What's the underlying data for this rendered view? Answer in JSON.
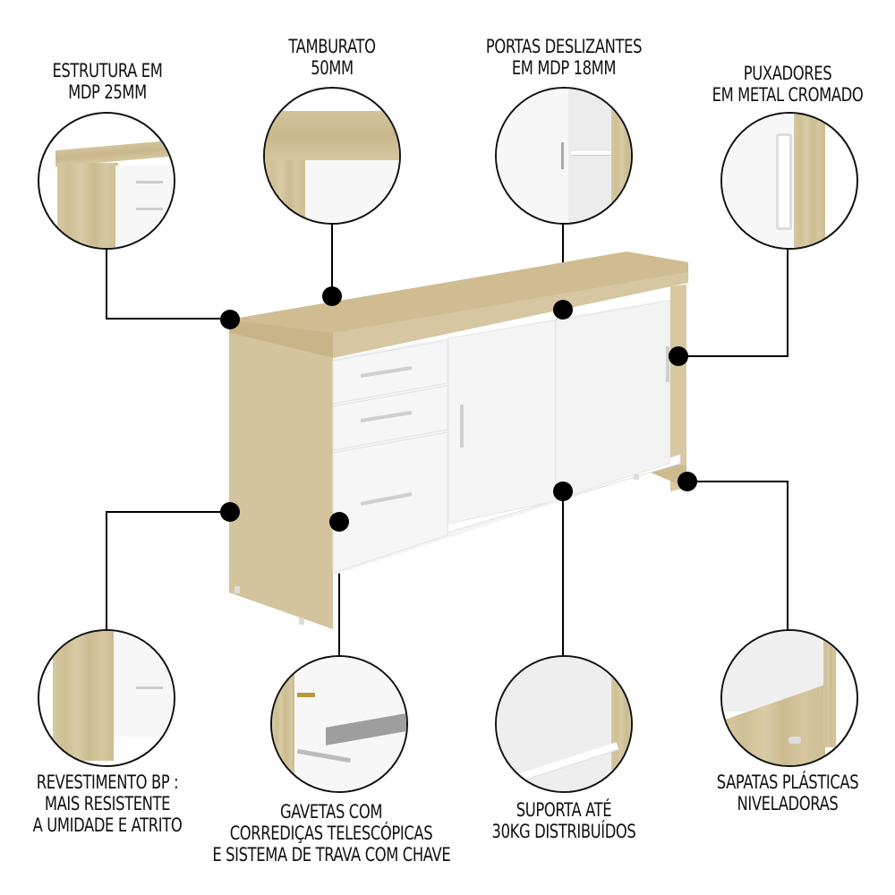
{
  "colors": {
    "background": "#ffffff",
    "wood": "#d2c29a",
    "wood_dark": "#c4b286",
    "panel_white": "#f7f7f7",
    "callout_line": "#000000",
    "text": "#111111"
  },
  "callouts": [
    {
      "id": "estrutura",
      "lines": [
        "ESTRUTURA EM",
        "MDP 25MM"
      ]
    },
    {
      "id": "tamburato",
      "lines": [
        "TAMBURATO",
        "50MM"
      ]
    },
    {
      "id": "portas",
      "lines": [
        "PORTAS DESLIZANTES",
        "EM MDP 18MM"
      ]
    },
    {
      "id": "puxadores",
      "lines": [
        "PUXADORES",
        "EM METAL CROMADO"
      ]
    },
    {
      "id": "revestimento",
      "lines": [
        "REVESTIMENTO BP :",
        "MAIS RESISTENTE",
        "A UMIDADE E ATRITO"
      ]
    },
    {
      "id": "gavetas",
      "lines": [
        "GAVETAS COM",
        "CORREDIÇAS TELESCÓPICAS",
        "E SISTEMA DE TRAVA COM CHAVE"
      ]
    },
    {
      "id": "suporta",
      "lines": [
        "SUPORTA ATÉ",
        "30KG DISTRIBUÍDOS"
      ]
    },
    {
      "id": "sapatas",
      "lines": [
        "SAPATAS PLÁSTICAS",
        "NIVELADORAS"
      ]
    }
  ],
  "product": {
    "drawers": 3,
    "sliding_doors": 2,
    "icons": [
      "drawer-handle-icon",
      "door-handle-icon",
      "leveling-foot-icon"
    ]
  }
}
